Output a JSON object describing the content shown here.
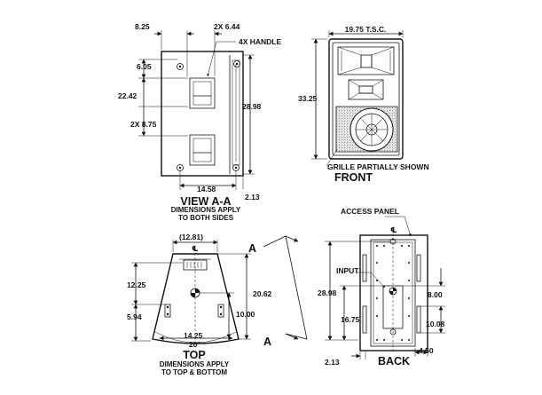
{
  "views": {
    "side": {
      "caption": "VIEW A-A",
      "subcaption_1": "DIMENSIONS APPLY",
      "subcaption_2": "TO BOTH SIDES",
      "dims": {
        "top_left": "8.25",
        "handles_spacing": "2X 6.44",
        "handle_note": "4X HANDLE",
        "left_upper": "6.05",
        "left_total": "22.42",
        "left_lower": "2X 8.75",
        "height": "28.98",
        "bottom_width": "14.58",
        "bottom_offset": "2.13"
      }
    },
    "front": {
      "caption": "FRONT",
      "width": "19.75 T.S.C.",
      "height": "33.25",
      "grille_note": "GRILLE PARTIALLY SHOWN"
    },
    "top": {
      "caption": "TOP",
      "subcaption_1": "DIMENSIONS APPLY",
      "subcaption_2": "TO TOP & BOTTOM",
      "centerline": "℄",
      "section_mark": "A",
      "dims": {
        "top_width": "(12.81)",
        "left_upper": "12.25",
        "depth": "20.62",
        "left_lower": "5.94",
        "right_lower": "10.00",
        "bottom_width": "14.25",
        "angle": "20°"
      }
    },
    "back": {
      "caption": "BACK",
      "access_panel": "ACCESS PANEL",
      "input": "INPUT",
      "centerline": "℄",
      "dims": {
        "height": "28.98",
        "lower": "16.75",
        "right_upper": "8.00",
        "right_lower": "10.08",
        "bottom_left": "2.13",
        "bottom_right": "4.50"
      }
    }
  },
  "colors": {
    "ink": "#111111",
    "grille_fill": "#d9d9d9",
    "paper": "#ffffff"
  }
}
